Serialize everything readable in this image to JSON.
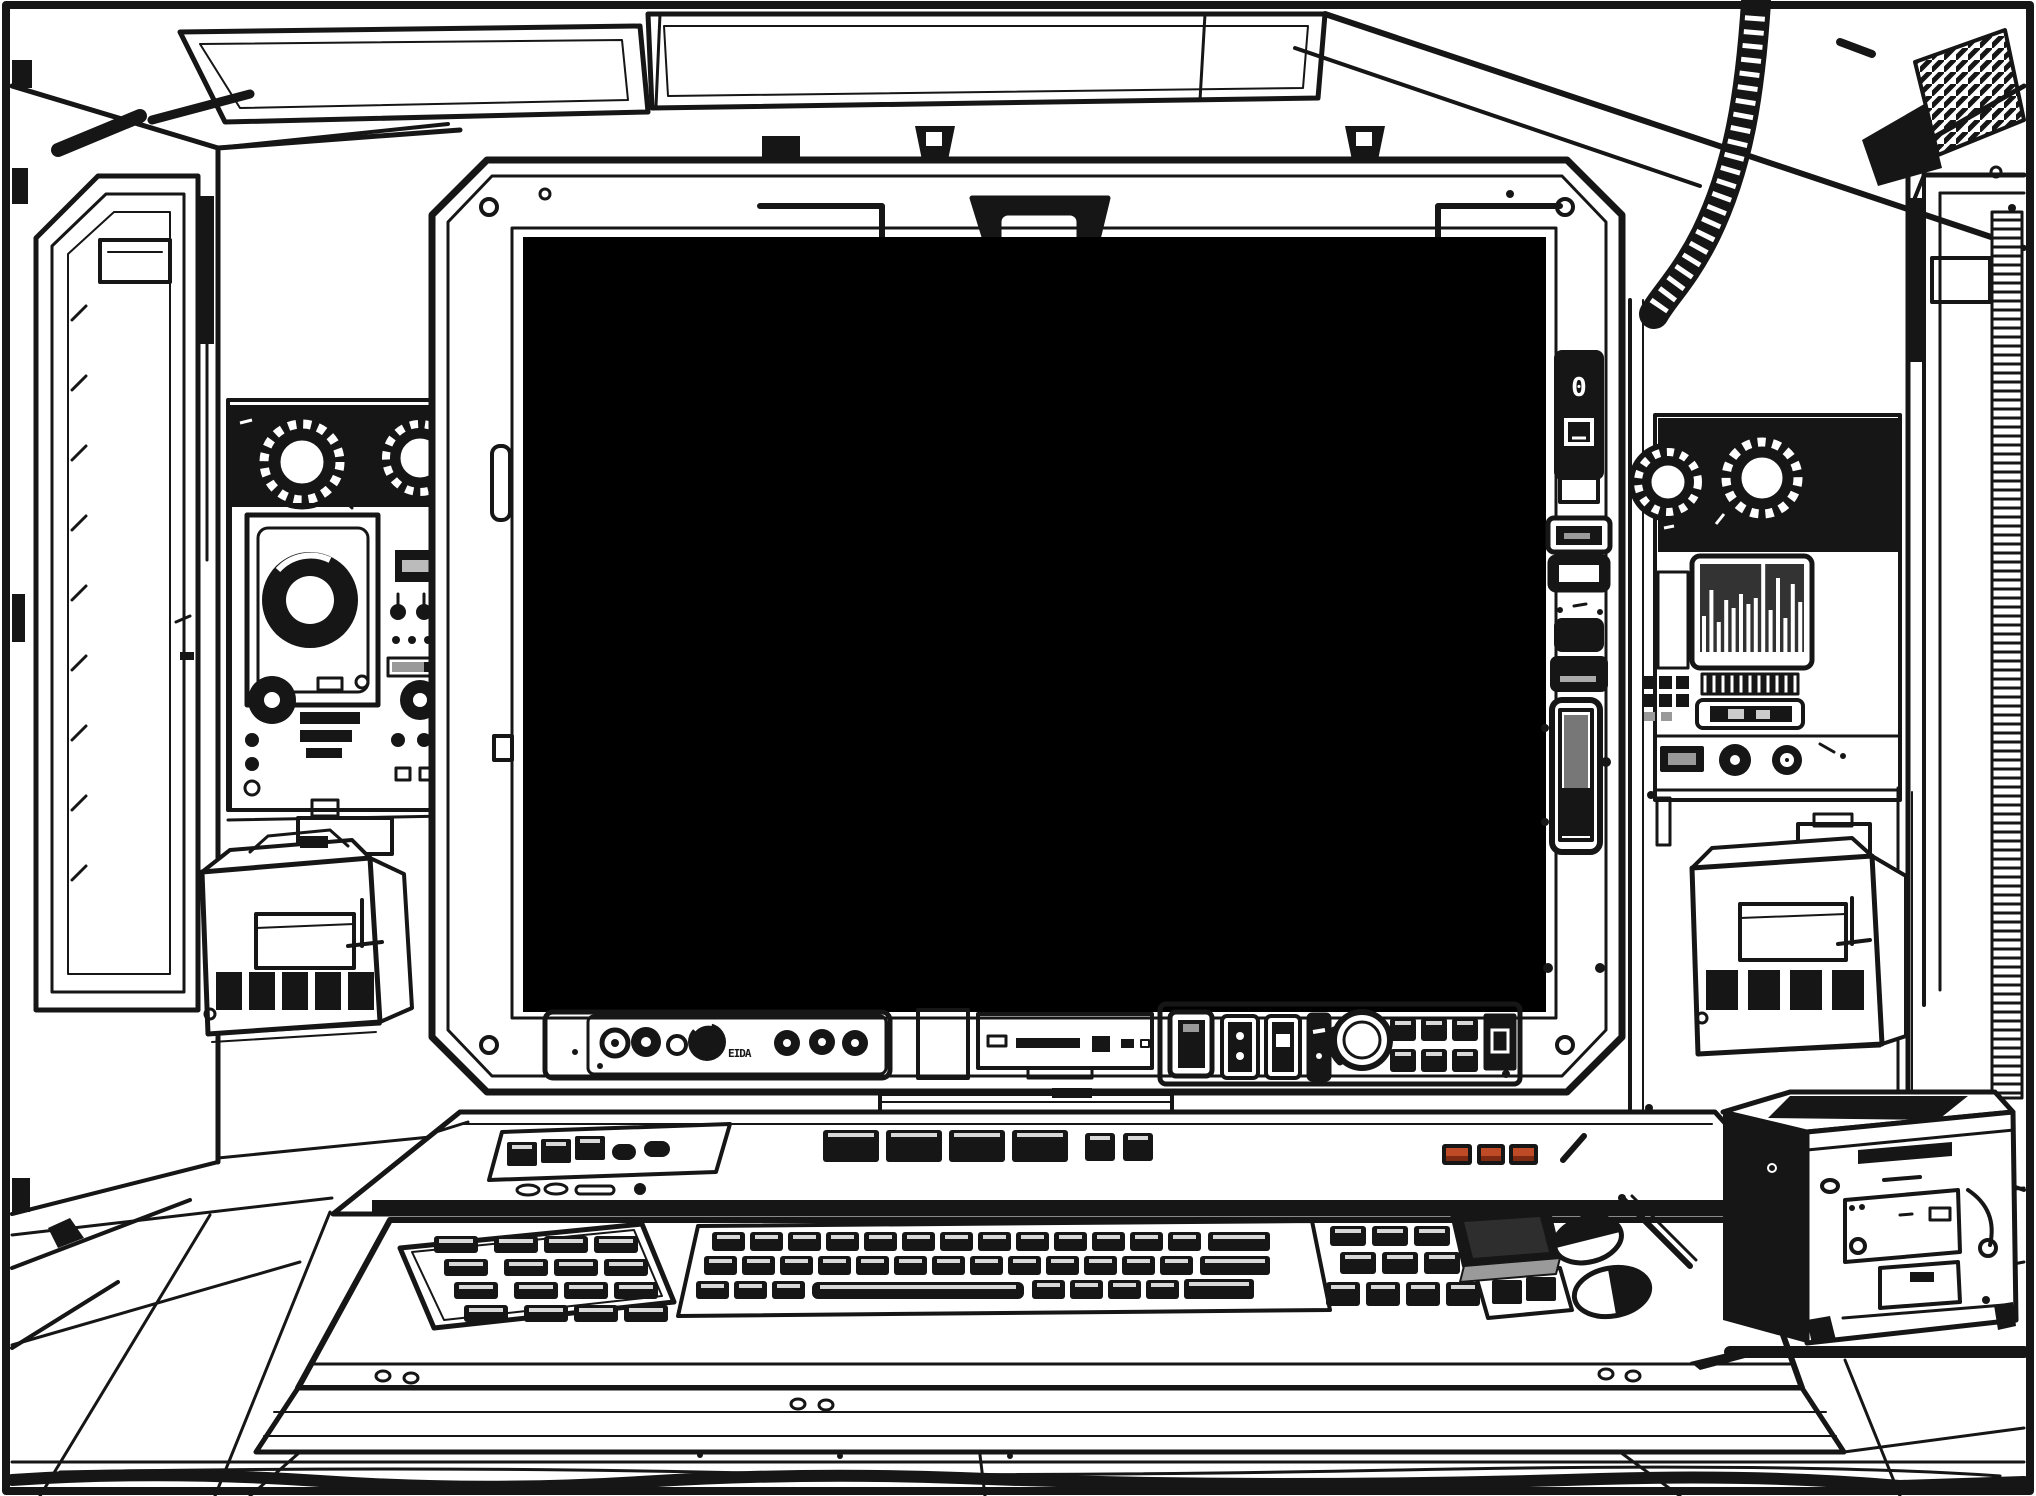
{
  "palette": {
    "ink": "#161616",
    "paper": "#ffffff",
    "screen": "#000000",
    "accent_button": "#bf4a26",
    "accent_button_shade": "#7e2a12",
    "display_well": "#333333",
    "metal_gray": "#9a9a9a"
  },
  "monitor": {
    "screen_state": "blank",
    "side_panel_glyph": "0",
    "control_tiny_label": "EIDA"
  },
  "wall_display": {
    "type": "bar",
    "bars": [
      36,
      62,
      30,
      52,
      44,
      58,
      48,
      54,
      88,
      42,
      74,
      34,
      68,
      50
    ]
  },
  "counts": {
    "control_strip_grid_rows": 2,
    "control_strip_grid_cols": 3,
    "function_keys_large": 4,
    "function_keys_small": 2,
    "accent_buttons": 3,
    "left_keypad_rows": 4,
    "left_keypad_cols": 4,
    "main_keyboard_row1_keys": 13,
    "main_keyboard_row2_keys": 13,
    "main_keyboard_bottom_left_keys": 3,
    "main_keyboard_bottom_right_keys": 4,
    "right_keypad_row_keys": [
      3,
      3,
      4
    ],
    "left_machine_vents": 5,
    "right_machine_vents": 4
  }
}
